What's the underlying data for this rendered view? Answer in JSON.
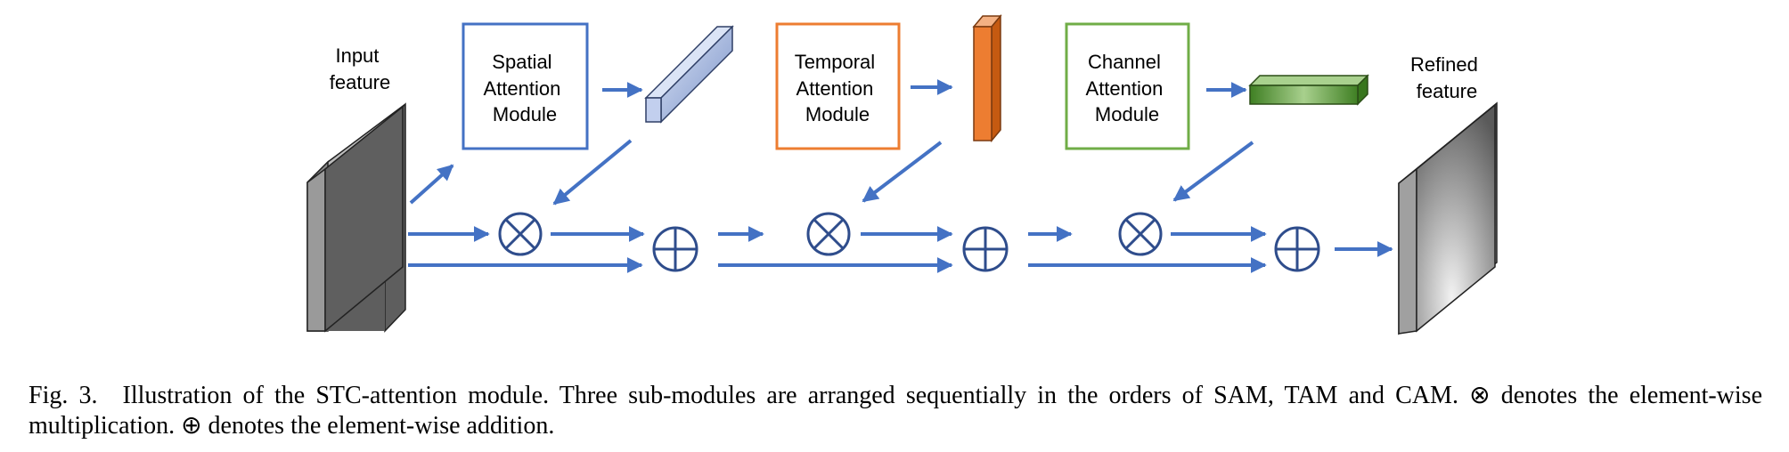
{
  "figure": {
    "input_label": [
      "Input",
      "feature"
    ],
    "output_label": [
      "Refined",
      "feature"
    ],
    "modules": [
      {
        "lines": [
          "Spatial",
          "Attention",
          "Module"
        ],
        "color": "#4472c4"
      },
      {
        "lines": [
          "Temporal",
          "Attention",
          "Module"
        ],
        "color": "#ed7d31"
      },
      {
        "lines": [
          "Channel",
          "Attention",
          "Module"
        ],
        "color": "#70ad47"
      }
    ],
    "arrow_color": "#4472c4",
    "multiply_symbol": "⊗",
    "add_symbol": "⊕"
  },
  "caption": {
    "text": "Fig. 3. Illustration of the STC-attention module. Three sub-modules are arranged sequentially in the orders of SAM, TAM and CAM. ⊗ denotes the element-wise multiplication. ⊕ denotes the element-wise addition."
  }
}
